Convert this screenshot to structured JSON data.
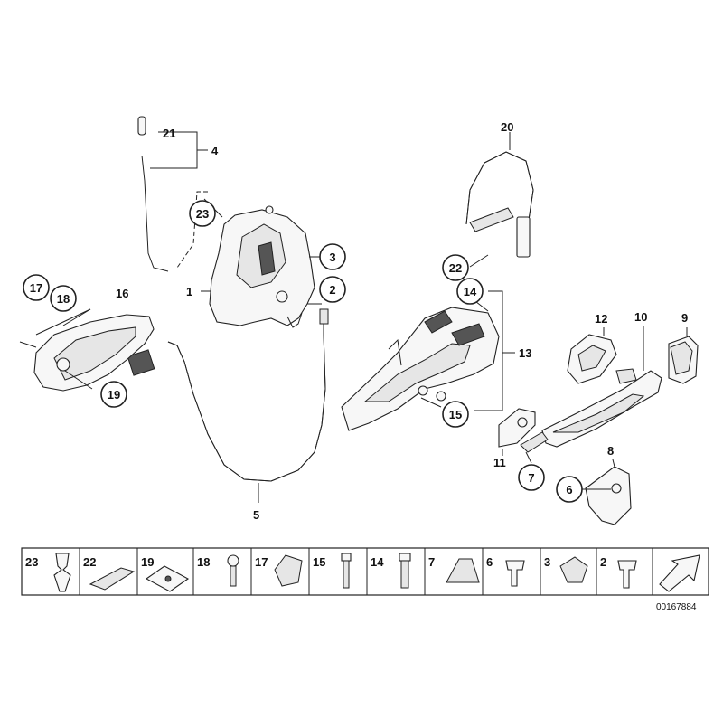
{
  "callouts": [
    "21",
    "4",
    "23",
    "3",
    "1",
    "2",
    "17",
    "18",
    "16",
    "19",
    "5",
    "20",
    "22",
    "14",
    "13",
    "15",
    "12",
    "10",
    "9",
    "11",
    "7",
    "8",
    "6"
  ],
  "legend_items": [
    "23",
    "22",
    "19",
    "18",
    "17",
    "15",
    "14",
    "7",
    "6",
    "3",
    "2"
  ],
  "diagram_code": "00167884"
}
